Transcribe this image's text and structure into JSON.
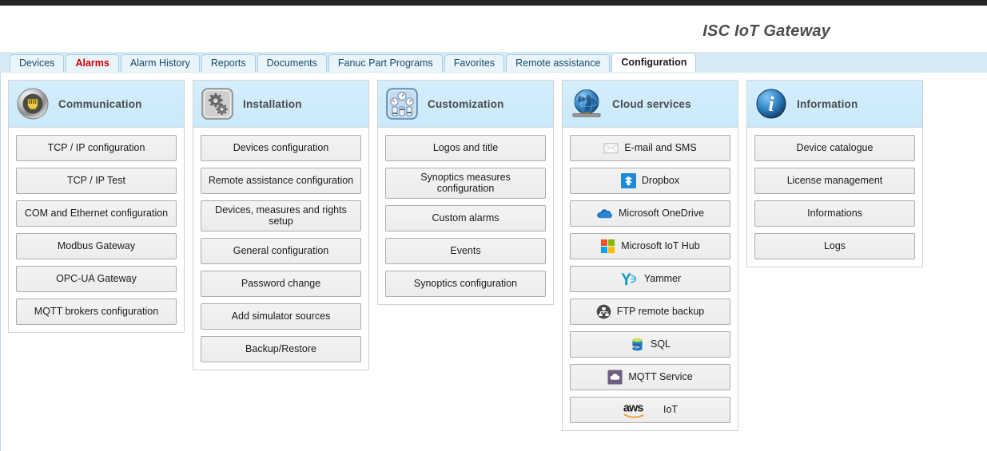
{
  "header": {
    "title": "ISC IoT Gateway"
  },
  "tabs": [
    {
      "label": "Devices",
      "state": "normal"
    },
    {
      "label": "Alarms",
      "state": "alarm"
    },
    {
      "label": "Alarm History",
      "state": "normal"
    },
    {
      "label": "Reports",
      "state": "normal"
    },
    {
      "label": "Documents",
      "state": "normal"
    },
    {
      "label": "Fanuc Part Programs",
      "state": "normal"
    },
    {
      "label": "Favorites",
      "state": "normal"
    },
    {
      "label": "Remote assistance",
      "state": "normal"
    },
    {
      "label": "Configuration",
      "state": "active"
    }
  ],
  "panels": [
    {
      "title": "Communication",
      "icon": "ethernet-jack-icon",
      "buttons": [
        {
          "label": "TCP / IP configuration"
        },
        {
          "label": "TCP / IP Test"
        },
        {
          "label": "COM and Ethernet configuration"
        },
        {
          "label": "Modbus Gateway"
        },
        {
          "label": "OPC-UA Gateway"
        },
        {
          "label": "MQTT brokers configuration"
        }
      ]
    },
    {
      "title": "Installation",
      "icon": "gears-icon",
      "buttons": [
        {
          "label": "Devices configuration"
        },
        {
          "label": "Remote assistance configuration"
        },
        {
          "label": "Devices, measures and rights setup"
        },
        {
          "label": "General configuration"
        },
        {
          "label": "Password change"
        },
        {
          "label": "Add simulator sources"
        },
        {
          "label": "Backup/Restore"
        }
      ]
    },
    {
      "title": "Customization",
      "icon": "gauges-sliders-icon",
      "buttons": [
        {
          "label": "Logos and title"
        },
        {
          "label": "Synoptics measures configuration"
        },
        {
          "label": "Custom alarms"
        },
        {
          "label": "Events"
        },
        {
          "label": "Synoptics configuration"
        }
      ]
    },
    {
      "title": "Cloud services",
      "icon": "globe-icon",
      "buttons": [
        {
          "label": "E-mail and SMS",
          "icon": "envelope-icon"
        },
        {
          "label": "Dropbox",
          "icon": "dropbox-icon"
        },
        {
          "label": "Microsoft OneDrive",
          "icon": "onedrive-icon"
        },
        {
          "label": "Microsoft IoT Hub",
          "icon": "microsoft-icon"
        },
        {
          "label": "Yammer",
          "icon": "yammer-icon"
        },
        {
          "label": "FTP remote backup",
          "icon": "ftp-network-icon"
        },
        {
          "label": "SQL",
          "icon": "sql-database-icon"
        },
        {
          "label": "MQTT Service",
          "icon": "mqtt-cloud-icon"
        },
        {
          "label": "IoT",
          "icon": "aws-icon"
        }
      ]
    },
    {
      "title": "Information",
      "icon": "info-icon",
      "buttons": [
        {
          "label": "Device catalogue"
        },
        {
          "label": "License management"
        },
        {
          "label": "Informations"
        },
        {
          "label": "Logs"
        }
      ]
    }
  ],
  "colors": {
    "accent": "#c9e9fa",
    "tabbar": "#d7eaf6",
    "alarm_red": "#cc0000",
    "button_face": "#f0f0f0",
    "title_gray": "#4d4d4d"
  }
}
